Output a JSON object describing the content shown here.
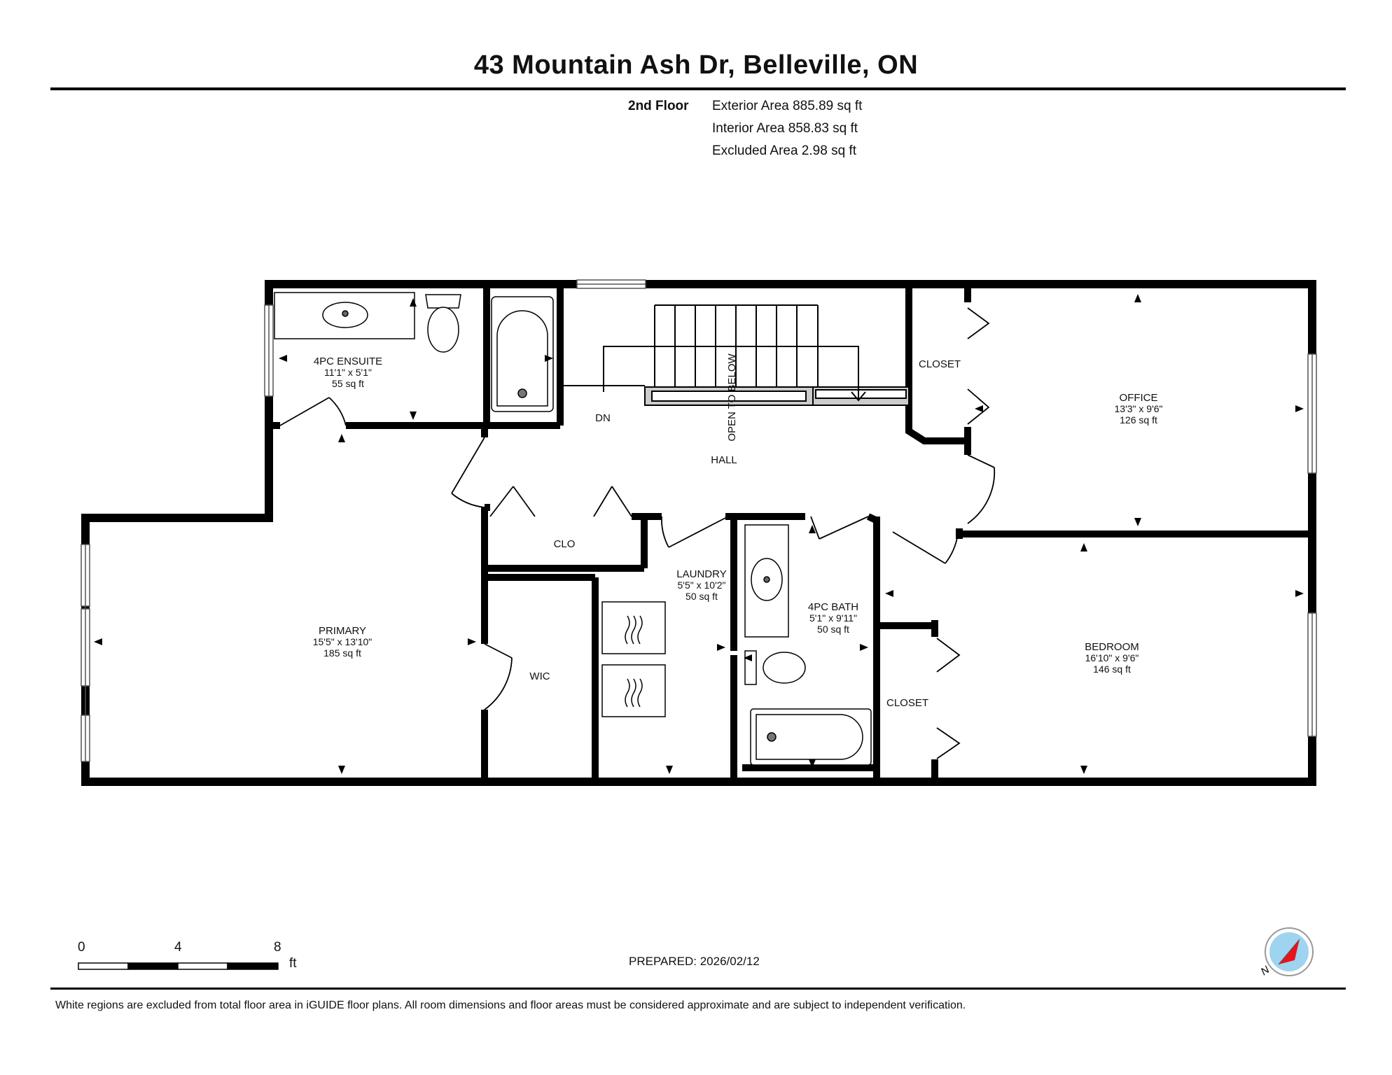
{
  "header": {
    "title": "43 Mountain Ash Dr, Belleville, ON"
  },
  "floor": {
    "name": "2nd Floor",
    "exterior_area": "Exterior Area 885.89 sq ft",
    "interior_area": "Interior Area 858.83 sq ft",
    "excluded_area": "Excluded Area 2.98 sq ft"
  },
  "rooms": {
    "ensuite": {
      "name": "4PC ENSUITE",
      "dims": "11'1\" x 5'1\"",
      "area": "55 sq ft"
    },
    "primary": {
      "name": "PRIMARY",
      "dims": "15'5\" x 13'10\"",
      "area": "185 sq ft"
    },
    "office": {
      "name": "OFFICE",
      "dims": "13'3\" x 9'6\"",
      "area": "126 sq ft"
    },
    "bedroom": {
      "name": "BEDROOM",
      "dims": "16'10\" x 9'6\"",
      "area": "146 sq ft"
    },
    "laundry": {
      "name": "LAUNDRY",
      "dims": "5'5\" x 10'2\"",
      "area": "50 sq ft"
    },
    "bath": {
      "name": "4PC BATH",
      "dims": "5'1\" x 9'11\"",
      "area": "50 sq ft"
    },
    "hall": {
      "name": "HALL"
    },
    "clo": {
      "name": "CLO"
    },
    "wic": {
      "name": "WIC"
    },
    "closet_office": {
      "name": "CLOSET"
    },
    "closet_bedroom": {
      "name": "CLOSET"
    },
    "stairs_dn": {
      "name": "DN"
    },
    "open_below": {
      "name": "OPEN TO BELOW"
    }
  },
  "scale": {
    "ticks": [
      "0",
      "4",
      "8"
    ],
    "unit": "ft"
  },
  "compass": {
    "label": "N"
  },
  "footer": {
    "prepared": "PREPARED: 2026/02/12",
    "disclaimer": "White regions are excluded from total floor area in iGUIDE floor plans. All room dimensions and floor areas must be considered approximate and are subject to independent verification."
  }
}
